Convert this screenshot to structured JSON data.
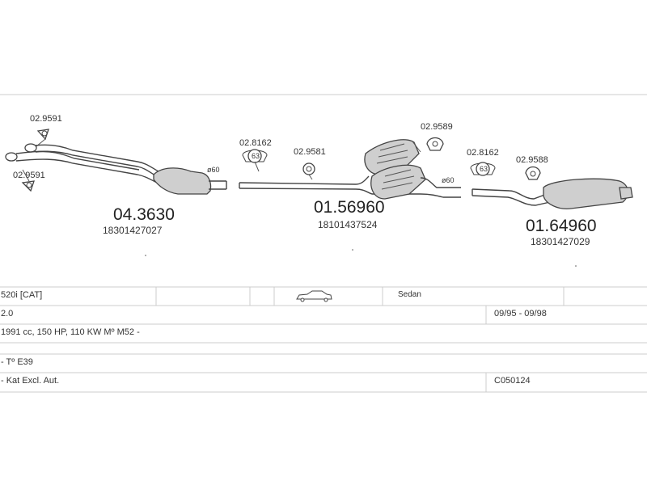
{
  "parts": {
    "front": {
      "code": "04.3630",
      "oem": "18301427027"
    },
    "middle": {
      "code": "01.56960",
      "oem": "18101437524"
    },
    "rear": {
      "code": "01.64960",
      "oem": "18301427029"
    }
  },
  "clips": {
    "front_top": "02.9591",
    "front_bottom": "02.9591",
    "mid_clamp": "02.8162",
    "mid_hanger": "02.9581",
    "mid_top": "02.9589",
    "rear_clamp": "02.8162",
    "rear_hanger": "02.9588"
  },
  "diameters": {
    "front": "ø60",
    "middle": "ø60",
    "clamp_mid": "63",
    "clamp_rear": "63"
  },
  "vehicle": {
    "model": "520i [CAT]",
    "body_type": "Sedan",
    "engine_size": "2.0",
    "years": "09/95 - 09/98",
    "engine_details": "1991 cc, 150 HP, 110 KW Mº M52 -",
    "chassis": "- Tº E39",
    "notes": "- Kat Excl. Aut.",
    "catalog_code": "C050124"
  },
  "icons": {
    "car": "sedan-car-icon"
  }
}
